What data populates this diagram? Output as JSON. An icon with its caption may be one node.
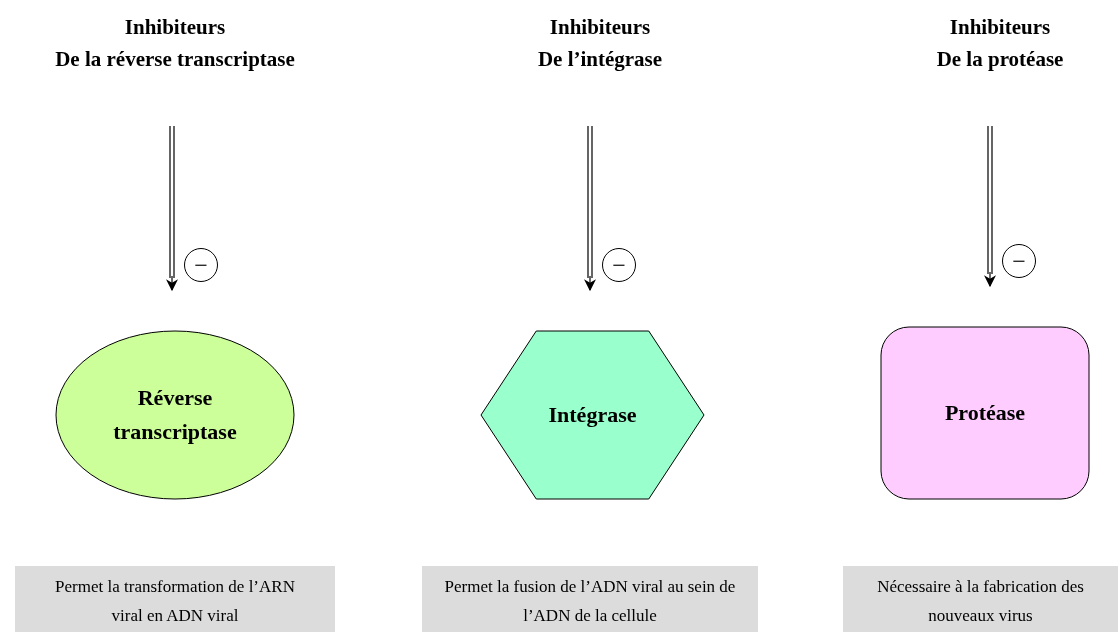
{
  "diagram": {
    "nodes": [
      {
        "text": [
          "Inhibiteurs De la réverse transcriptase"
        ]
      },
      {
        "text": [
          "Inhibiteurs De l’intégrase"
        ]
      },
      {
        "text": [
          "Inhibiteurs De la protéase"
        ]
      },
      {
        "text": [
          "Réverse transcriptase"
        ]
      },
      {
        "text": [
          "Intégrase"
        ]
      },
      {
        "text": [
          "Protéase"
        ]
      },
      {
        "text": [
          "Permet la transformation de l’ARN viral en ADN viral"
        ]
      },
      {
        "text": [
          "Permet la fusion de l’ADN viral au sein de l’ADN de la cellule"
        ]
      },
      {
        "text": [
          "Nécessaire à la fabrication des nouveaux virus"
        ]
      }
    ],
    "edges": [
      {
        "from": 0,
        "to": 3,
        "arrow": "to"
      },
      {
        "from": 1,
        "to": 4,
        "arrow": "to"
      },
      {
        "from": 2,
        "to": 5,
        "arrow": "to"
      }
    ],
    "labels": [
      "−",
      "−",
      "−"
    ]
  }
}
